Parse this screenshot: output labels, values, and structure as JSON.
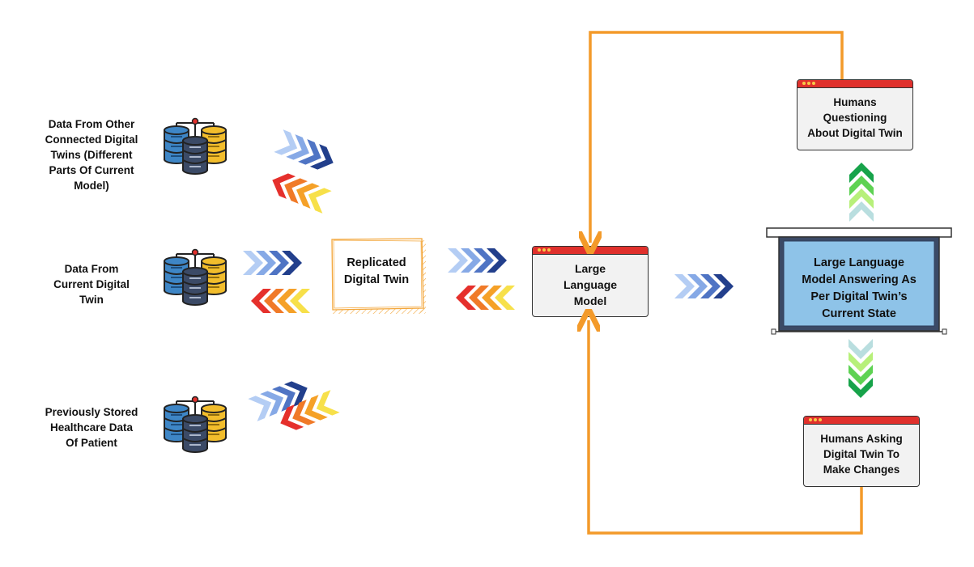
{
  "sources": [
    {
      "label": "Data From Other Connected Digital Twins (Different Parts Of Current Model)",
      "lines": [
        "Data From Other",
        "Connected Digital",
        "Twins (Different",
        "Parts Of Current",
        "Model)"
      ]
    },
    {
      "label": "Data From Current Digital Twin",
      "lines": [
        "Data From",
        "Current Digital",
        "Twin"
      ]
    },
    {
      "label": "Previously Stored Healthcare Data Of Patient",
      "lines": [
        "Previously Stored",
        "Healthcare Data",
        "Of Patient"
      ]
    }
  ],
  "replicated_twin": {
    "lines": [
      "Replicated",
      "Digital Twin"
    ]
  },
  "llm": {
    "lines": [
      "Large",
      "Language",
      "Model"
    ]
  },
  "screen": {
    "lines": [
      "Large Language",
      "Model Answering As",
      "Per Digital Twin’s",
      "Current State"
    ]
  },
  "humans_question": {
    "lines": [
      "Humans",
      "Questioning",
      "About Digital Twin"
    ]
  },
  "humans_change": {
    "lines": [
      "Humans Asking",
      "Digital Twin To",
      "Make Changes"
    ]
  },
  "colors": {
    "loop_line": "#f39a2a",
    "screen_fill": "#8ec3e8",
    "window_bar": "#e0302c",
    "blue_arrows": [
      "#b4cdf4",
      "#86a9e6",
      "#4f74c4",
      "#223f8c"
    ],
    "warm_arrows": [
      "#f7e04a",
      "#f5a128",
      "#f07a28",
      "#e5302c"
    ],
    "green_arrows": [
      "#b9dedf",
      "#b7f07a",
      "#5ed253",
      "#17a34a"
    ]
  },
  "icons": [
    "database-cluster-icon",
    "chevron-arrow-icon",
    "window-icon",
    "projection-screen-icon"
  ]
}
